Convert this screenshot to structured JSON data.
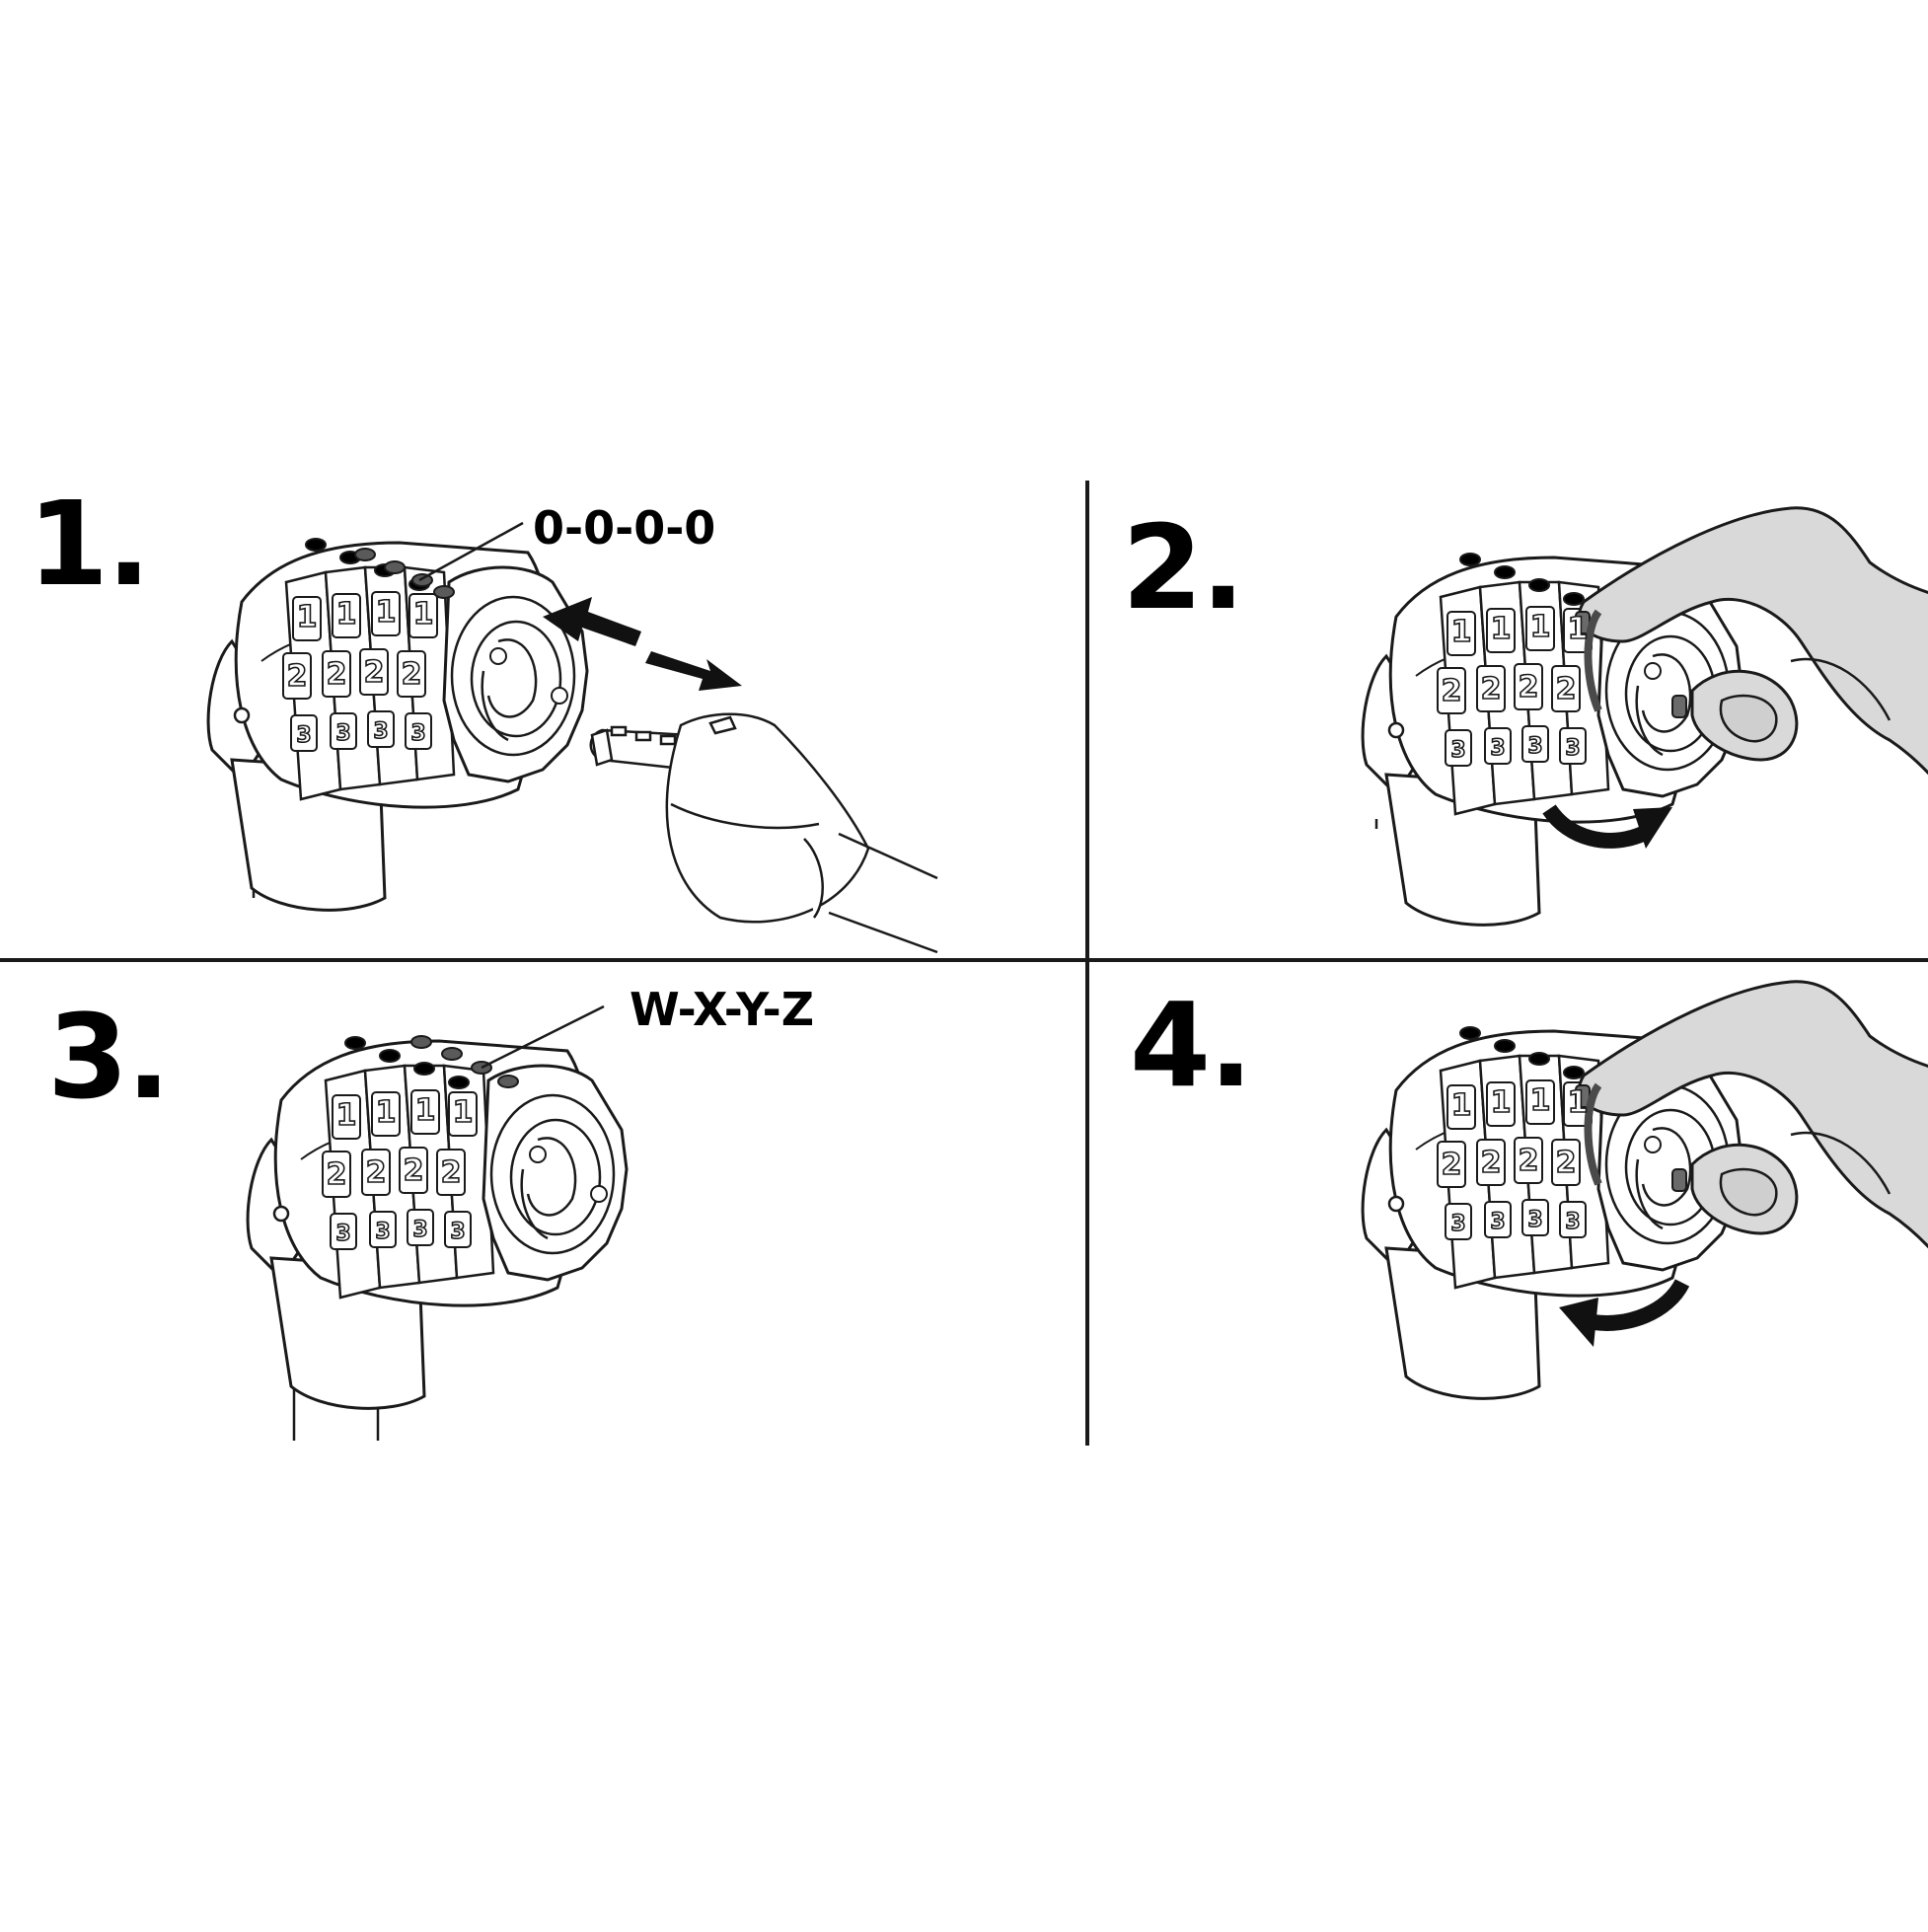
{
  "steps": [
    {
      "number": "1.",
      "code": "0-0-0-0"
    },
    {
      "number": "2."
    },
    {
      "number": "3.",
      "code": "W-X-Y-Z"
    },
    {
      "number": "4."
    }
  ],
  "dial_digits": [
    "1",
    "2",
    "3"
  ],
  "colors": {
    "line": "#1a1a1a",
    "hand": "#d9d9d9",
    "dark_pin": "#5a5a5a",
    "arrow": "#111111"
  },
  "icons": [
    "combination-lock-icon",
    "cable-plug-icon",
    "hand-icon",
    "double-arrow-icon",
    "rotate-clockwise-icon",
    "rotate-counterclockwise-icon"
  ]
}
